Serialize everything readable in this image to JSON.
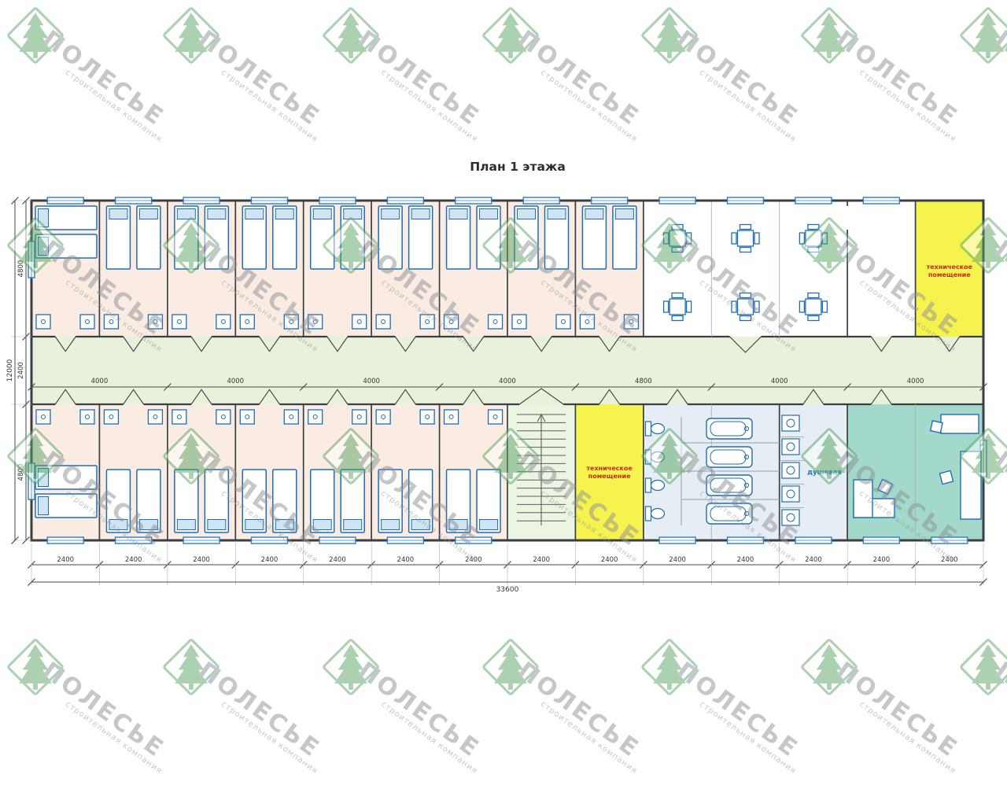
{
  "title": "План 1 этажа",
  "watermark": {
    "brand": "ПОЛЕСЬЕ",
    "tagline": "строительная компания"
  },
  "plan": {
    "rooms": {
      "tech_top": [
        "техническое",
        "помещение"
      ],
      "tech_bottom": [
        "техническое",
        "помещение"
      ],
      "shower": "душевая"
    },
    "dims": {
      "bottom_segments": [
        "2400",
        "2400",
        "2400",
        "2400",
        "2400",
        "2400",
        "2400",
        "2400",
        "2400",
        "2400",
        "2400",
        "2400",
        "2400",
        "2400"
      ],
      "bottom_total": "33600",
      "corridor_segments": [
        "4000",
        "4000",
        "4000",
        "4000",
        "4800",
        "4000",
        "4000"
      ],
      "left_segments": [
        "4800",
        "2400",
        "4800"
      ],
      "left_total": "12000"
    },
    "colors": {
      "bedroom_floor": "#faece2",
      "corridor_floor": "#e8f2da",
      "stairs_floor": "#ecf4e2",
      "tech_floor": "#f6f34e",
      "sanitary_floor": "#e6edf4",
      "office_floor": "#a3d9cb",
      "furniture_stroke": "#1e6db6",
      "window_stroke": "#2e7cc3",
      "label_red": "#cc2a1f",
      "label_blue": "#2475c2",
      "logo_green": "#59a463"
    }
  }
}
